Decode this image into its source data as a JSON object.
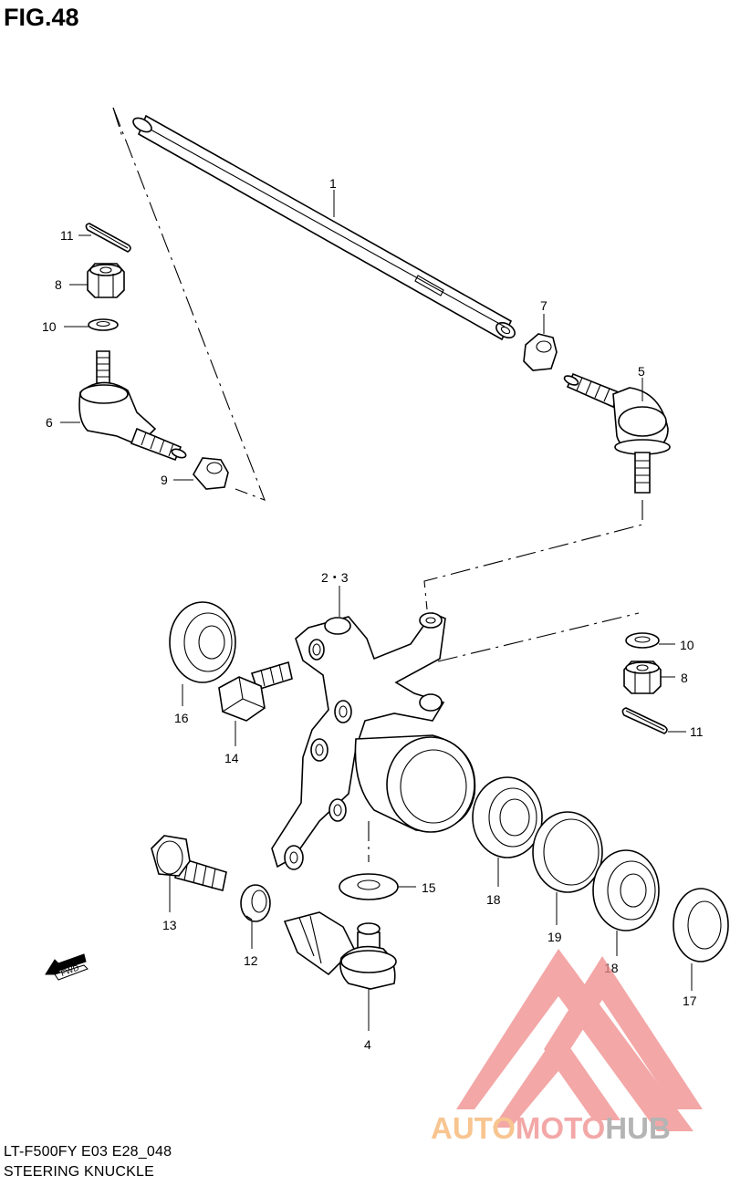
{
  "figure_title": "FIG.48",
  "footer": {
    "model_code": "LT-F500FY E03 E28_048",
    "section_name": "STEERING KNUCKLE"
  },
  "callouts": [
    "1",
    "2・3",
    "4",
    "5",
    "6",
    "7",
    "8",
    "9",
    "10",
    "11",
    "12",
    "13",
    "14",
    "15",
    "16",
    "17",
    "18",
    "19"
  ],
  "fwd_label": "FWD",
  "watermark": {
    "text_part1": "AUTO",
    "text_part2": "MOTO",
    "text_part3": "HUB",
    "colors": {
      "orange": "#f6b26b",
      "red": "#f08a8a",
      "gray": "#9c9c9c"
    }
  }
}
